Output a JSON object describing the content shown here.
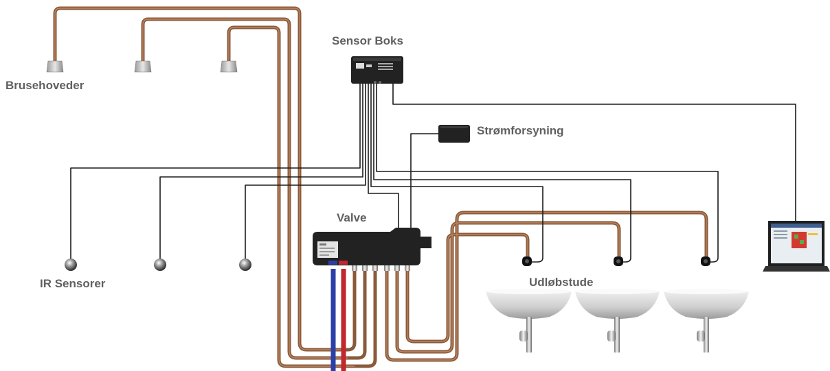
{
  "labels": {
    "shower_heads": "Brusehoveder",
    "sensor_box": "Sensor Boks",
    "power_supply": "Strømforsyning",
    "valve": "Valve",
    "ir_sensors": "IR Sensorer",
    "spouts": "Udløbstude"
  },
  "colors": {
    "copper": "#8a5a3b",
    "copper_highlight": "#c8906a",
    "cable": "#1b1b1b",
    "hot_pipe": "#c1272d",
    "cold_pipe": "#2b3fa8",
    "label_text": "#5f6062",
    "device_body": "#222222"
  }
}
